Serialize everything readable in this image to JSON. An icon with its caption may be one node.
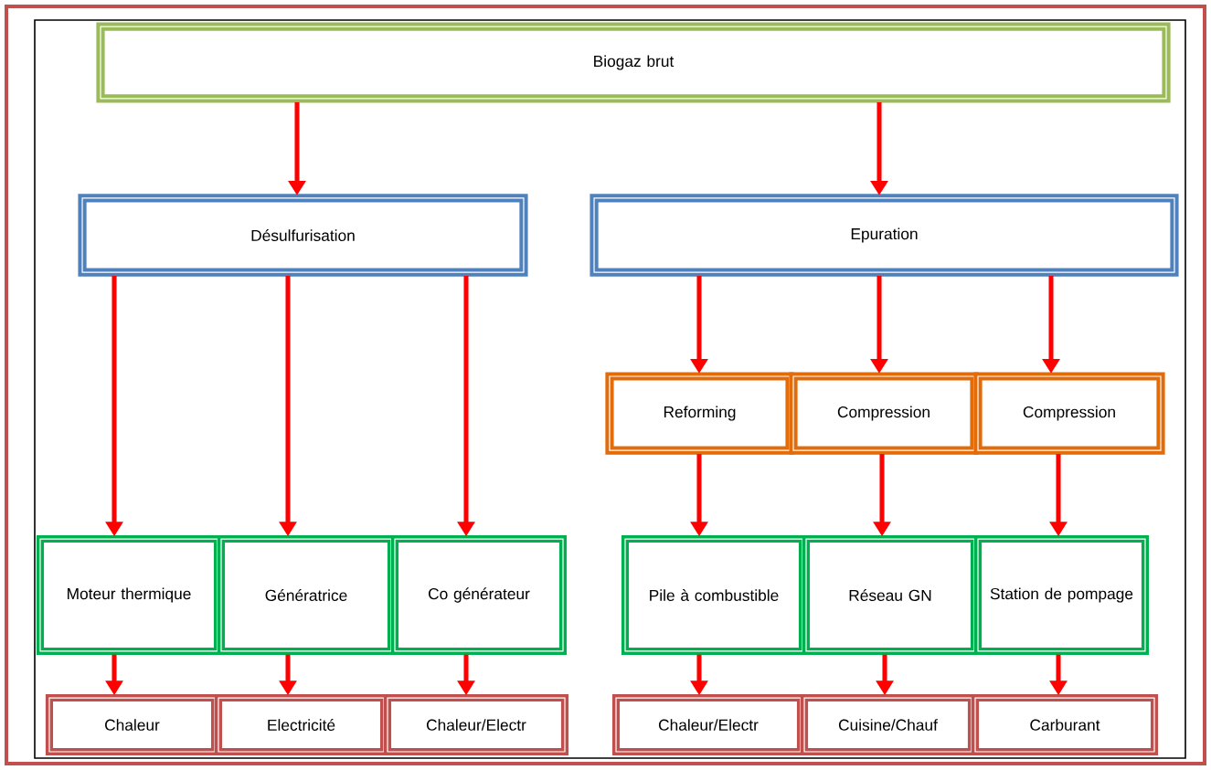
{
  "diagram": {
    "nodes": [
      {
        "text": [
          "Biogaz brut"
        ]
      },
      {
        "text": [
          "Désulfurisation"
        ]
      },
      {
        "text": [
          "Epuration"
        ]
      },
      {
        "text": [
          "Reforming"
        ]
      },
      {
        "text": [
          "Compression"
        ]
      },
      {
        "text": [
          "Compression"
        ]
      },
      {
        "text": [
          "Moteur thermique"
        ]
      },
      {
        "text": [
          "Génératrice"
        ]
      },
      {
        "text": [
          "Co générateur"
        ]
      },
      {
        "text": [
          "Pile à combustible"
        ]
      },
      {
        "text": [
          "Réseau GN"
        ]
      },
      {
        "text": [
          "Station de pompage"
        ]
      },
      {
        "text": [
          "Chaleur"
        ]
      },
      {
        "text": [
          "Electricité"
        ]
      },
      {
        "text": [
          "Chaleur/Electr"
        ]
      },
      {
        "text": [
          "Chaleur/Electr"
        ]
      },
      {
        "text": [
          "Cuisine/Chauf"
        ]
      },
      {
        "text": [
          "Carburant"
        ]
      }
    ],
    "edges": [
      {
        "from": 0,
        "to": 1,
        "arrow": "to"
      },
      {
        "from": 0,
        "to": 2,
        "arrow": "to"
      },
      {
        "from": 1,
        "to": 6,
        "arrow": "to"
      },
      {
        "from": 1,
        "to": 7,
        "arrow": "to"
      },
      {
        "from": 1,
        "to": 8,
        "arrow": "to"
      },
      {
        "from": 2,
        "to": 3,
        "arrow": "to"
      },
      {
        "from": 2,
        "to": 4,
        "arrow": "to"
      },
      {
        "from": 2,
        "to": 5,
        "arrow": "to"
      },
      {
        "from": 3,
        "to": 9,
        "arrow": "to"
      },
      {
        "from": 4,
        "to": 10,
        "arrow": "to"
      },
      {
        "from": 5,
        "to": 11,
        "arrow": "to"
      },
      {
        "from": 6,
        "to": 12,
        "arrow": "to"
      },
      {
        "from": 7,
        "to": 13,
        "arrow": "to"
      },
      {
        "from": 8,
        "to": 14,
        "arrow": "to"
      },
      {
        "from": 9,
        "to": 15,
        "arrow": "to"
      },
      {
        "from": 10,
        "to": 16,
        "arrow": "to"
      },
      {
        "from": 11,
        "to": 17,
        "arrow": "to"
      }
    ]
  }
}
